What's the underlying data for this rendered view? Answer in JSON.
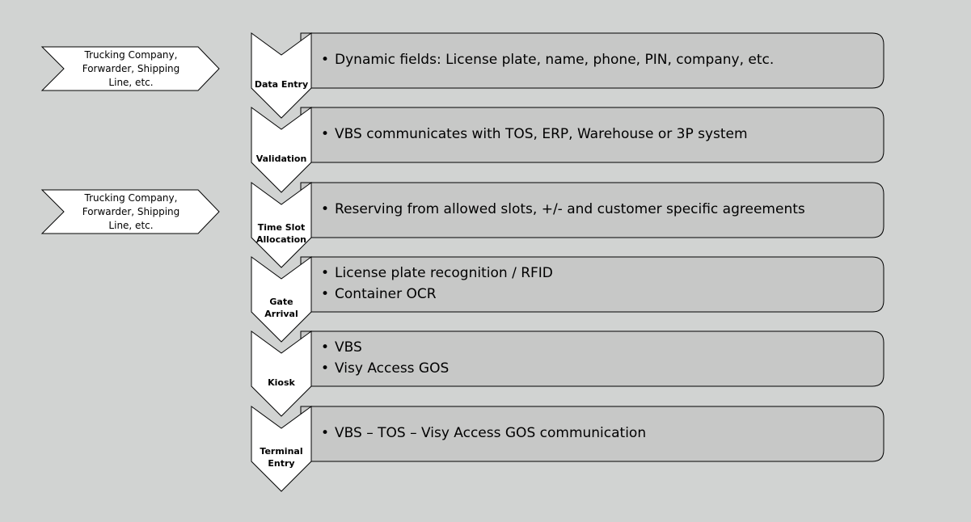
{
  "sources": [
    {
      "lines": [
        "Trucking Company,",
        "Forwarder, Shipping",
        "Line, etc."
      ]
    },
    {
      "lines": [
        "Trucking Company,",
        "Forwarder, Shipping",
        "Line, etc."
      ]
    }
  ],
  "steps": [
    {
      "label": [
        "Data Entry"
      ],
      "bullets": [
        "Dynamic fields: License plate, name, phone, PIN, company, etc."
      ]
    },
    {
      "label": [
        "Validation"
      ],
      "bullets": [
        "VBS communicates with TOS, ERP, Warehouse or 3P system"
      ]
    },
    {
      "label": [
        "Time Slot",
        "Allocation"
      ],
      "bullets": [
        "Reserving from allowed slots, +/- and customer specific agreements"
      ]
    },
    {
      "label": [
        "Gate Arrival"
      ],
      "bullets": [
        "License plate recognition / RFID",
        "Container OCR"
      ]
    },
    {
      "label": [
        "Kiosk"
      ],
      "bullets": [
        "VBS",
        "Visy Access GOS"
      ]
    },
    {
      "label": [
        "Terminal",
        "Entry"
      ],
      "bullets": [
        "VBS – TOS – Visy Access GOS communication"
      ]
    }
  ],
  "colors": {
    "background": "#d1d3d2",
    "box_fill": "#c7c8c7",
    "chevron_fill": "#ffffff",
    "stroke": "#000000"
  }
}
